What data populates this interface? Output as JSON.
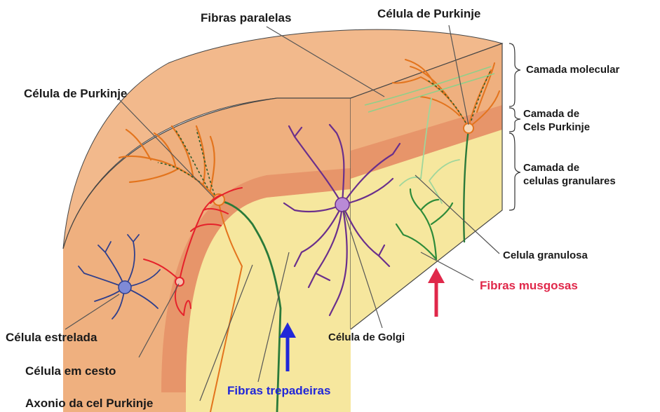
{
  "colors": {
    "molecular_layer": "#efb07f",
    "purkinje_band": "#e7956a",
    "granular_layer": "#f6e79e",
    "purkinje_cell": "#e3741d",
    "basket_cell": "#e5222b",
    "stellate_cell": "#2f3f8c",
    "golgi_cell": "#6a2f8c",
    "climbing_fiber": "#2a7a3a",
    "mossy_fiber": "#2e8b3a",
    "parallel_fiber": "#8fcf8a",
    "pointer_line": "#555555",
    "arrow_blue": "#2127d8",
    "arrow_red": "#e0284a"
  },
  "labels": {
    "fibras_paralelas": "Fibras paralelas",
    "purkinje_top": "Célula de Purkinje",
    "purkinje_left": "Célula de Purkinje",
    "camada_molecular": "Camada molecular",
    "camada_purkinje": "Camada de\nCels Purkinje",
    "camada_granular": "Camada de\ncelulas granulares",
    "celula_granulosa": "Celula granulosa",
    "fibras_musgosas": "Fibras musgosas",
    "celula_estrelada": "Célula estrelada",
    "celula_golgi": "Célula de Golgi",
    "celula_cesto": "Célula em cesto",
    "fibras_trepadeiras": "Fibras trepadeiras",
    "axonio_purkinje": "Axonio da cel Purkinje"
  }
}
